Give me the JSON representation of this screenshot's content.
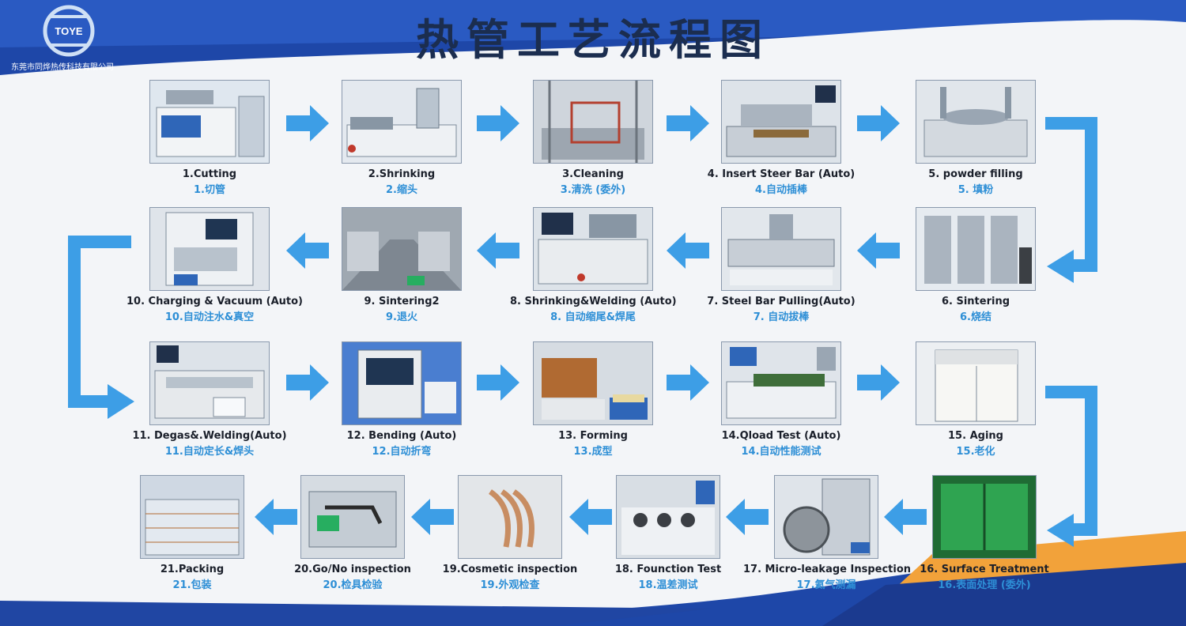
{
  "header": {
    "title": "热管工艺流程图",
    "company": "东莞市同烨热传科技有限公司",
    "logo_text": "TOYE"
  },
  "colors": {
    "arrow": "#3d9ee6",
    "board": "#f3f5f8",
    "frame": "#1e47a8",
    "accent_orange": "#f2a23a",
    "title": "#1b2d4f",
    "cn_caption": "#2e8fd6"
  },
  "steps": [
    {
      "en": "1.Cutting",
      "cn": "1.切管",
      "icon": "cutting-machine"
    },
    {
      "en": "2.Shrinking",
      "cn": "2.缩头",
      "icon": "shrinking-machine"
    },
    {
      "en": "3.Cleaning",
      "cn": "3.清洗 (委外)",
      "icon": "cleaning-tank"
    },
    {
      "en": "4. Insert Steer Bar (Auto)",
      "cn": "4.自动插棒",
      "icon": "insert-bar-machine"
    },
    {
      "en": "5. powder  filling",
      "cn": "5. 填粉",
      "icon": "powder-filling-machine"
    },
    {
      "en": "6. Sintering",
      "cn": "6.烧结",
      "icon": "sintering-furnace"
    },
    {
      "en": "7. Steel Bar Pulling(Auto)",
      "cn": "7. 自动拔棒",
      "icon": "bar-pulling-machine"
    },
    {
      "en": "8. Shrinking&Welding (Auto)",
      "cn": "8. 自动缩尾&焊尾",
      "icon": "welding-machine"
    },
    {
      "en": "9. Sintering2",
      "cn": "9.退火",
      "icon": "annealing-line"
    },
    {
      "en": "10. Charging & Vacuum (Auto)",
      "cn": "10.自动注水&真空",
      "icon": "vacuum-machine"
    },
    {
      "en": "11. Degas&.Welding(Auto)",
      "cn": "11.自动定长&焊头",
      "icon": "degas-machine"
    },
    {
      "en": "12. Bending (Auto)",
      "cn": "12.自动折弯",
      "icon": "bending-machine"
    },
    {
      "en": "13. Forming",
      "cn": "13.成型",
      "icon": "forming-press"
    },
    {
      "en": "14.Qload Test (Auto)",
      "cn": "14.自动性能测试",
      "icon": "qload-tester"
    },
    {
      "en": "15. Aging",
      "cn": "15.老化",
      "icon": "aging-oven"
    },
    {
      "en": "16. Surface Treatment",
      "cn": "16.表面处理 (委外)",
      "icon": "surface-tank"
    },
    {
      "en": "17. Micro-leakage Inspection",
      "cn": "17.氦气测漏",
      "icon": "helium-leak-tester"
    },
    {
      "en": "18. Founction Test",
      "cn": "18.温差测试",
      "icon": "function-tester"
    },
    {
      "en": "19.Cosmetic inspection",
      "cn": "19.外观检查",
      "icon": "heat-pipes"
    },
    {
      "en": "20.Go/No inspection",
      "cn": "20.检具检验",
      "icon": "gauge-fixture"
    },
    {
      "en": "21.Packing",
      "cn": "21.包装",
      "icon": "packed-trays"
    }
  ]
}
